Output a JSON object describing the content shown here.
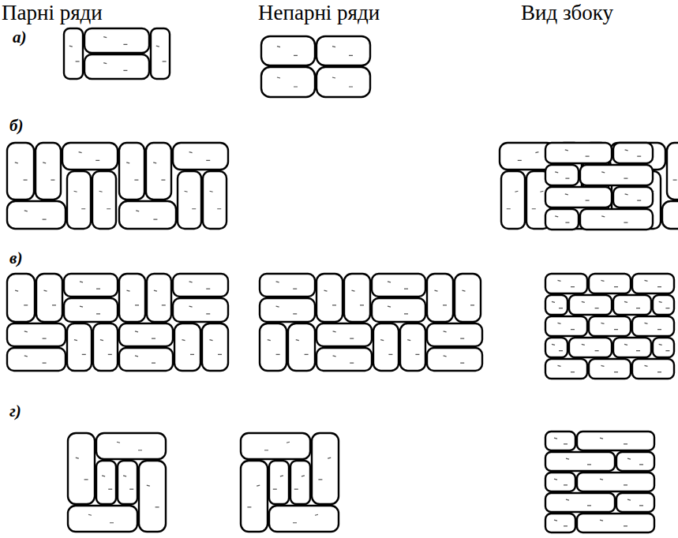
{
  "diagram": {
    "labels": [
      "Парні ряди",
      "Непарні ряди",
      "Вид збоку",
      "а)",
      "б)",
      "в)",
      "г)"
    ]
  }
}
